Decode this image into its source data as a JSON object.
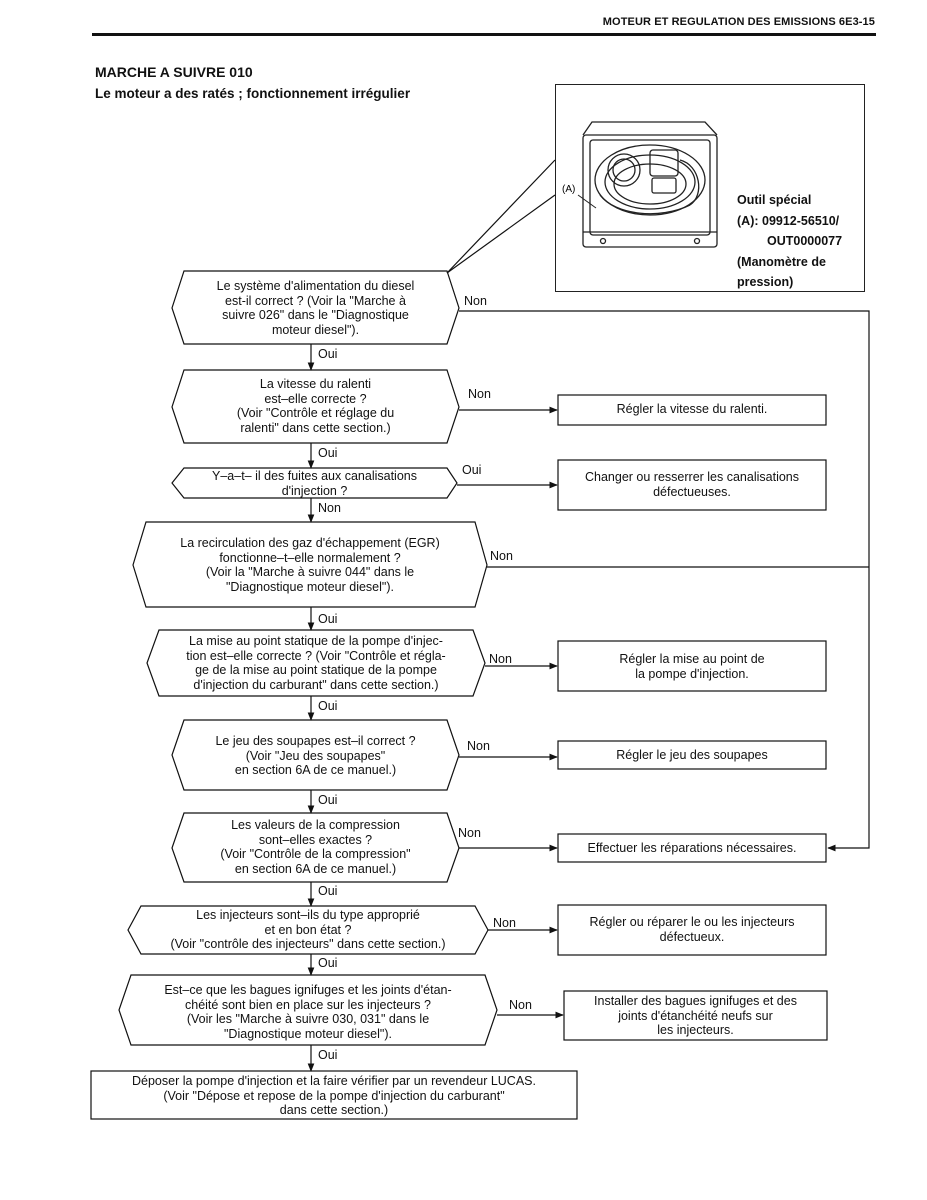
{
  "header": {
    "text": "MOTEUR ET REGULATION DES EMISSIONS   6E3-15"
  },
  "title": "MARCHE A SUIVRE 010",
  "subtitle": "Le moteur a des ratés ; fonctionnement irrégulier",
  "tool": {
    "marker": "(A)",
    "caption": [
      "Outil spécial",
      "(A): 09912-56510/",
      "OUT0000077",
      "(Manomètre de",
      "pression)"
    ]
  },
  "steps": [
    {
      "lines": [
        "Le système d'alimentation du diesel",
        "est-il correct ? (Voir la \"Marche à",
        "suivre 026\" dans le \"Diagnostique",
        "moteur diesel\")."
      ],
      "no": "Non",
      "yes": "Oui"
    },
    {
      "lines": [
        "La vitesse du ralenti",
        "est–elle correcte ?",
        "(Voir \"Contrôle et réglage du",
        "ralenti\" dans cette section.)"
      ],
      "no": "Non",
      "yes": "Oui",
      "action": [
        "Régler la vitesse du ralenti."
      ]
    },
    {
      "lines": [
        "Y–a–t– il des fuites aux canalisations",
        "d'injection ?"
      ],
      "no": "Oui",
      "yes": "Non",
      "action": [
        "Changer ou resserrer les canalisations",
        "défectueuses."
      ]
    },
    {
      "lines": [
        "La recirculation des gaz d'échappement (EGR)",
        "fonctionne–t–elle normalement ?",
        "(Voir la \"Marche à suivre 044\" dans le",
        "\"Diagnostique moteur diesel\")."
      ],
      "no": "Non",
      "yes": "Oui"
    },
    {
      "lines": [
        "La mise au point statique de la pompe d'injec-",
        "tion est–elle correcte ? (Voir \"Contrôle et régla-",
        "ge de la mise au point statique de la pompe",
        "d'injection du carburant\" dans cette section.)"
      ],
      "no": "Non",
      "yes": "Oui",
      "action": [
        "Régler la mise au point de",
        "la pompe d'injection."
      ]
    },
    {
      "lines": [
        "Le jeu des soupapes est–il correct ?",
        "(Voir \"Jeu des soupapes\"",
        "en section 6A de ce manuel.)"
      ],
      "no": "Non",
      "yes": "Oui",
      "action": [
        "Régler le jeu des soupapes"
      ]
    },
    {
      "lines": [
        "Les valeurs de la compression",
        "sont–elles exactes ?",
        "(Voir \"Contrôle de la compression\"",
        "en section 6A de ce manuel.)"
      ],
      "no": "Non",
      "yes": "Oui",
      "action": [
        "Effectuer les réparations nécessaires."
      ]
    },
    {
      "lines": [
        "Les injecteurs sont–ils du type approprié",
        "et en bon état ?",
        "(Voir \"contrôle des injecteurs\" dans cette section.)"
      ],
      "no": "Non",
      "yes": "Oui",
      "action": [
        "Régler ou réparer le ou les injecteurs",
        "défectueux."
      ]
    },
    {
      "lines": [
        "Est–ce que les bagues ignifuges et les joints d'étan-",
        "chéité sont bien en place sur les injecteurs ?",
        "(Voir les \"Marche à suivre 030, 031\" dans le",
        "\"Diagnostique moteur diesel\")."
      ],
      "no": "Non",
      "yes": "Oui",
      "action": [
        "Installer des bagues ignifuges et des",
        "joints d'étanchéité neufs sur",
        "les injecteurs."
      ]
    }
  ],
  "final": [
    "Déposer la pompe d'injection et la faire vérifier par un revendeur LUCAS.",
    "(Voir \"Dépose et repose de la pompe d'injection du carburant\"",
    "dans cette section.)"
  ]
}
